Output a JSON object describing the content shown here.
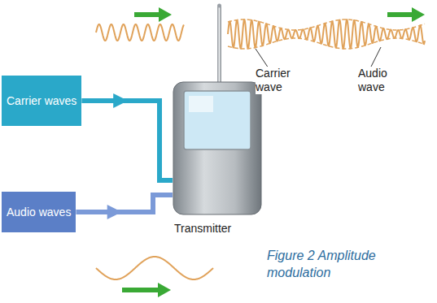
{
  "diagram": {
    "caption": "Figure 2 Amplitude modulation",
    "nodes": [
      {
        "text": [
          "Carrier waves"
        ]
      },
      {
        "text": [
          "Audio waves"
        ]
      },
      {
        "text": [
          "Transmitter"
        ]
      }
    ],
    "edges": [
      {
        "from": 0,
        "to": 2,
        "arrow": "to"
      },
      {
        "from": 1,
        "to": 2,
        "arrow": "to"
      }
    ],
    "labels": [
      "Carrier wave",
      "Audio wave"
    ]
  }
}
